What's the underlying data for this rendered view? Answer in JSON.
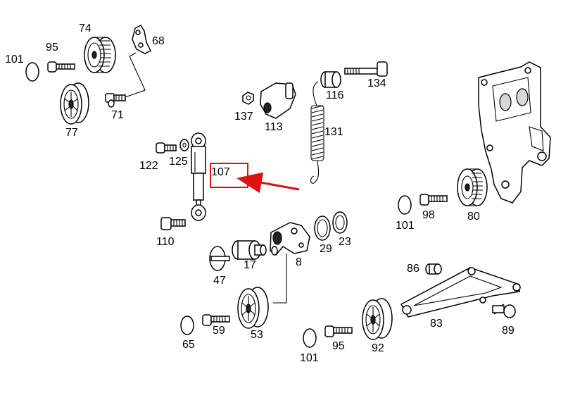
{
  "diagram": {
    "labels": {
      "p101a": "101",
      "p95a": "95",
      "p74": "74",
      "p68": "68",
      "p77": "77",
      "p71": "71",
      "p137": "137",
      "p113": "113",
      "p116": "116",
      "p134": "134",
      "p131": "131",
      "p122": "122",
      "p125": "125",
      "p107": "107",
      "p110": "110",
      "p98": "98",
      "p80": "80",
      "p101b": "101",
      "p29": "29",
      "p23": "23",
      "p8": "8",
      "p17": "17",
      "p47": "47",
      "p86": "86",
      "p83": "83",
      "p89": "89",
      "p59": "59",
      "p53": "53",
      "p65": "65",
      "p95b": "95",
      "p92": "92",
      "p101c": "101"
    },
    "highlight": {
      "label": "107",
      "color": "#e01010"
    }
  }
}
